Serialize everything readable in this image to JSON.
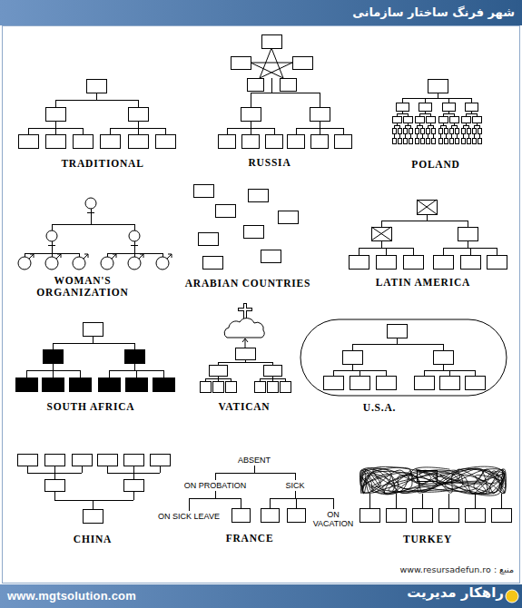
{
  "diagram": {
    "title": "شهر فرنگ ساختار سازمانی",
    "nodes": [
      {
        "text": [
          "ABSENT"
        ]
      },
      {
        "text": [
          "ON PROBATION"
        ]
      },
      {
        "text": [
          "SICK"
        ]
      },
      {
        "text": [
          "ON SICK LEAVE"
        ]
      },
      {
        "text": [
          "ON VACATION"
        ]
      }
    ],
    "edges": [
      {
        "from": 0,
        "to": 1,
        "arrow": "none"
      },
      {
        "from": 0,
        "to": 2,
        "arrow": "none"
      },
      {
        "from": 1,
        "to": 3,
        "arrow": "none"
      },
      {
        "from": 2,
        "to": 4,
        "arrow": "none"
      }
    ],
    "labels": [
      "TRADITIONAL",
      "RUSSIA",
      "POLAND",
      "WOMAN'S ORGANIZATION",
      "ARABIAN COUNTRIES",
      "LATIN AMERICA",
      "SOUTH AFRICA",
      "VATICAN",
      "U.S.A.",
      "CHINA",
      "FRANCE",
      "TURKEY",
      "منبع : www.resursadefun.ro",
      "www.mgtsolution.com",
      "راهکار مدیریت"
    ]
  }
}
